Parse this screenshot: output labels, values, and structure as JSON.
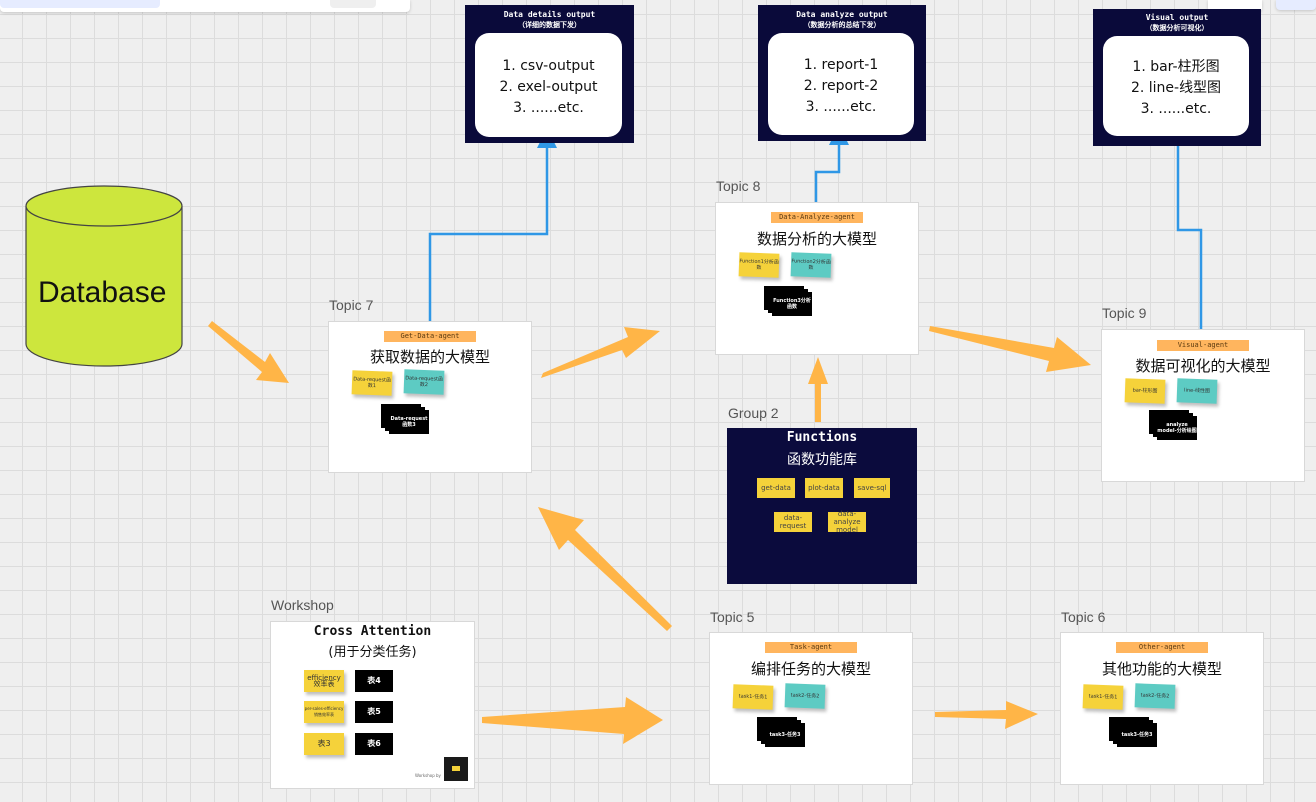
{
  "outputs": {
    "details": {
      "title": "Data details output",
      "subtitle": "（详细的数据下发）",
      "items": [
        "1. csv-output",
        "2. exel-output",
        "3. ......etc."
      ]
    },
    "analyze": {
      "title": "Data analyze output",
      "subtitle": "（数据分析的总结下发）",
      "items": [
        "1. report-1",
        "2. report-2",
        "3. ......etc."
      ]
    },
    "visual": {
      "title": "Visual output",
      "subtitle": "（数据分析可视化）",
      "items": [
        "1. bar-柱形图",
        "2. line-线型图",
        "3. ......etc."
      ]
    }
  },
  "database": {
    "label": "Database"
  },
  "topics": {
    "t7": {
      "frame_label": "Topic 7",
      "tag": "Get-Data-agent",
      "title": "获取数据的大模型",
      "stickies": [
        "Data-request函数1",
        "Data-request函数2",
        "Data-request函数3"
      ]
    },
    "t8": {
      "frame_label": "Topic 8",
      "tag": "Data-Analyze-agent",
      "title": "数据分析的大模型",
      "stickies": [
        "Function1分析函数",
        "Function2分析函数",
        "Function3分析函数"
      ]
    },
    "t9": {
      "frame_label": "Topic 9",
      "tag": "Visual-agent",
      "title": "数据可视化的大模型",
      "stickies": [
        "bar-柱形图",
        "line-线性图",
        "analyze model-分析绘图"
      ]
    },
    "t5": {
      "frame_label": "Topic 5",
      "tag": "Task-agent",
      "title": "编排任务的大模型",
      "stickies": [
        "task1-任务1",
        "task2-任务2",
        "task3-任务3"
      ]
    },
    "t6": {
      "frame_label": "Topic 6",
      "tag": "Other-agent",
      "title": "其他功能的大模型",
      "stickies": [
        "task1-任务1",
        "task2-任务2",
        "task3-任务3"
      ]
    }
  },
  "group2": {
    "frame_label": "Group 2",
    "title": "Functions",
    "subtitle": "函数功能库",
    "items": [
      "get-data",
      "plot-data",
      "save-sql",
      "data-request",
      "data-analyze model"
    ]
  },
  "workshop": {
    "frame_label": "Workshop",
    "title": "Cross Attention",
    "subtitle": "(用于分类任务)",
    "stickies": [
      "efficiency 效率表",
      "表4",
      "per-sales-efficiency 销售效率表",
      "表5",
      "表3",
      "表6"
    ],
    "footer": "Workshop by"
  },
  "colors": {
    "arrow": "#ffb547",
    "connector": "#2f97e6",
    "dark_box": "#0a0a3a",
    "database_fill": "#cde63d",
    "tag": "#ffb55e"
  }
}
